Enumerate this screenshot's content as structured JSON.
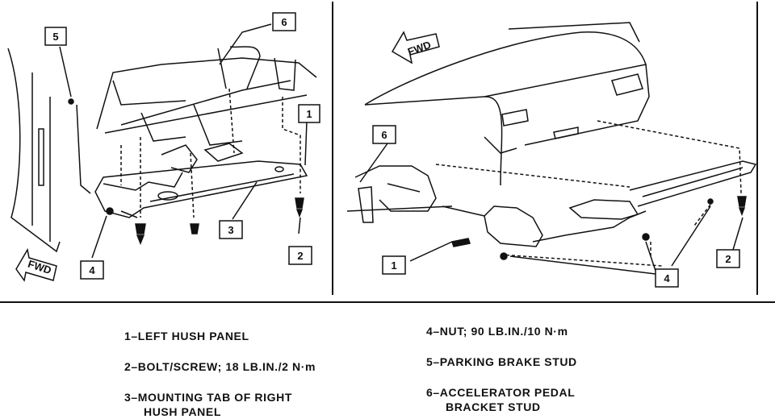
{
  "left_view": {
    "fwd_label": "FWD",
    "callouts": [
      "1",
      "2",
      "3",
      "4",
      "5",
      "6"
    ]
  },
  "right_view": {
    "fwd_label": "FWD",
    "callouts": [
      "1",
      "2",
      "4",
      "6"
    ]
  },
  "legend": {
    "items": [
      {
        "line1": "1–LEFT HUSH PANEL",
        "line2": ""
      },
      {
        "line1": "2–BOLT/SCREW; 18 LB.IN./2 N·m",
        "line2": ""
      },
      {
        "line1": "3–MOUNTING TAB OF RIGHT",
        "line2": "HUSH PANEL"
      },
      {
        "line1": "4–NUT; 90 LB.IN./10 N·m",
        "line2": ""
      },
      {
        "line1": "5–PARKING BRAKE STUD",
        "line2": ""
      },
      {
        "line1": "6–ACCELERATOR PEDAL",
        "line2": "BRACKET STUD"
      }
    ]
  }
}
